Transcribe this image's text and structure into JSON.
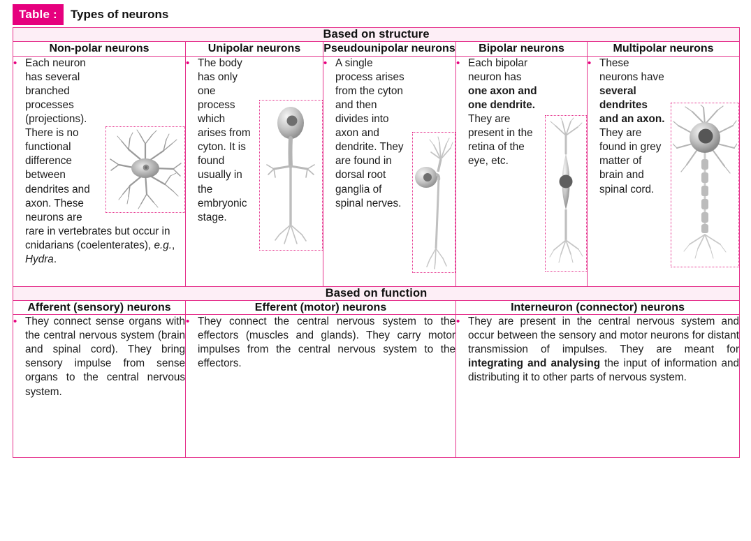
{
  "caption": {
    "badge": "Table :",
    "title": "Types of neurons"
  },
  "colors": {
    "accent": "#e6007e",
    "border": "#e5318c",
    "band_bg": "#fdeef6",
    "text": "#1b1b1b"
  },
  "sections": [
    {
      "band": "Based on structure",
      "columns": [
        {
          "header": "Non-polar neurons",
          "body_html": "Each neuron has several branched processes (projections). There is no functional difference between dendrites and axon. These neurons are rare in vertebrates but occur in cnidarians (coelenterates), <i>e.g.</i>, <i>Hydra</i>.",
          "figure": "non-polar-neuron-diagram"
        },
        {
          "header": "Unipolar neurons",
          "body_html": "The body has only one process which arises from cyton. It is found usually in the embryonic stage.",
          "figure": "unipolar-neuron-diagram"
        },
        {
          "header": "Pseudounipolar neurons",
          "body_html": "A single process arises from the cyton and then divides into axon and dendrite. They are found in dorsal root ganglia of spinal nerves.",
          "figure": "pseudounipolar-neuron-diagram"
        },
        {
          "header": "Bipolar neurons",
          "body_html": "Each bipolar neuron has <b>one axon and one dendrite.</b> They are present in the retina of the eye, etc.",
          "figure": "bipolar-neuron-diagram"
        },
        {
          "header": "Multipolar neurons",
          "body_html": "These neurons have <b>several dendrites and an axon.</b> They are found in grey matter of brain and spinal cord.",
          "figure": "multipolar-neuron-diagram"
        }
      ]
    },
    {
      "band": "Based on function",
      "columns": [
        {
          "header": "Afferent (sensory) neurons",
          "body_html": "They connect sense organs with the central nervous system (brain and spinal cord). They bring sensory impulse from sense organs to the central nervous system."
        },
        {
          "header": "Efferent (motor) neurons",
          "body_html": "They connect the central nervous system to the effectors (muscles and glands). They carry motor impulses from the central nervous system to the effectors."
        },
        {
          "header": "Interneuron (connector) neurons",
          "body_html": "They are present in the central nervous system and occur between the sensory and motor neurons for distant transmission of impulses. They are meant for <b>integrating and analysing</b> the input of information and distributing it to other parts of nervous system."
        }
      ]
    }
  ],
  "bullet_glyph": "•"
}
